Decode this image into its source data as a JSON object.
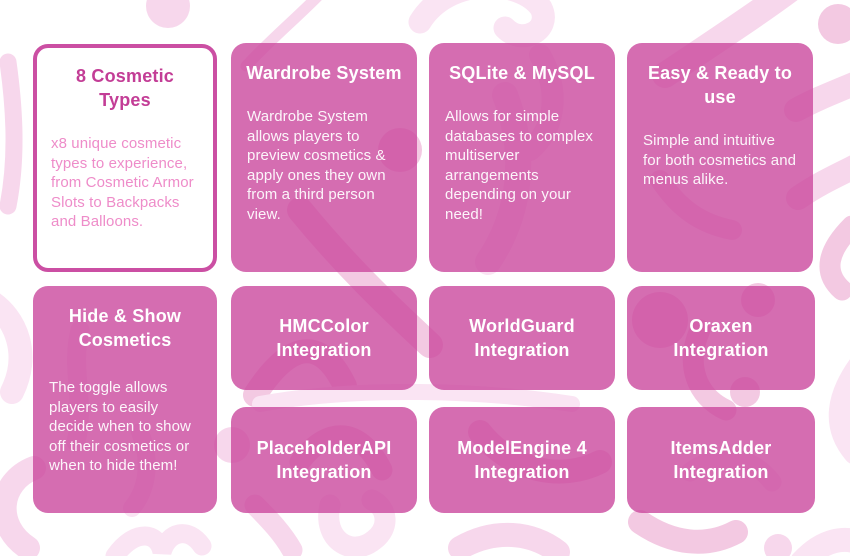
{
  "theme": {
    "background": "#ffffff",
    "card_fill": "rgba(203,72,158,0.80)",
    "outline_card_border": "#cb4fa3",
    "outline_card_title": "#c33d96",
    "outline_card_body": "#ee8cc9",
    "card_text": "#ffffff",
    "pattern_light": "#fae4f3",
    "pattern_base": "#f7d7ec",
    "pattern_deep": "#f3c9e2"
  },
  "cards": [
    {
      "title": "8 Cosmetic Types",
      "body": "x8 unique cosmetic types to experience, from Cosmetic Armor Slots to Backpacks and Balloons."
    },
    {
      "title": "Wardrobe System",
      "body": "Wardrobe System allows players to preview cosmetics & apply ones they own from a third person view."
    },
    {
      "title": "SQLite & MySQL",
      "body": "Allows for simple databases to complex multiserver arrangements depending on your need!"
    },
    {
      "title": "Easy & Ready to use",
      "body": "Simple and intuitive for both cosmetics and menus alike."
    },
    {
      "title": "Hide & Show Cosmetics",
      "body": "The toggle allows players to easily decide when to show off their cosmetics or when to hide them!"
    },
    {
      "title": "HMCColor Integration"
    },
    {
      "title": "WorldGuard Integration"
    },
    {
      "title": "Oraxen Integration"
    },
    {
      "title": "PlaceholderAPI Integration"
    },
    {
      "title": "ModelEngine 4 Integration"
    },
    {
      "title": "ItemsAdder Integration"
    }
  ]
}
